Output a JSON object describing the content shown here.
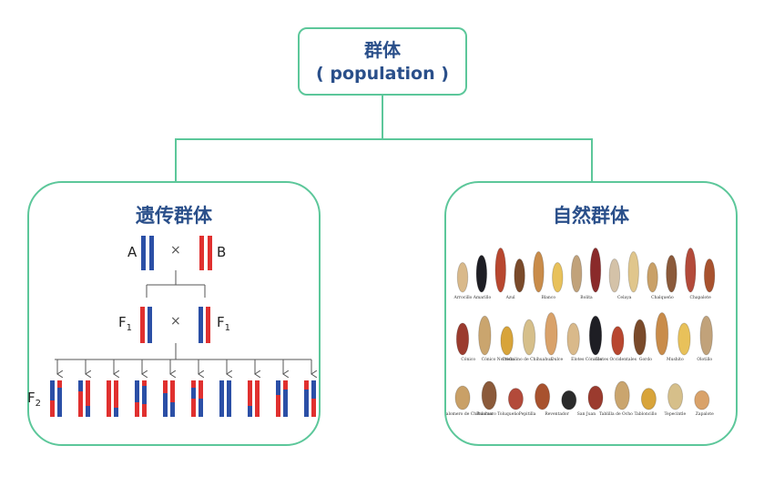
{
  "root": {
    "title": "群体",
    "subtitle": "( population )"
  },
  "left_panel": {
    "title": "遗传群体",
    "parent_a": "A",
    "parent_b": "B",
    "cross_symbol": "×",
    "f1_label": "F",
    "f1_sub": "1",
    "f2_label": "F",
    "f2_sub": "2"
  },
  "right_panel": {
    "title": "自然群体",
    "rows": [
      [
        "Arrocillo Amarillo",
        "Azul",
        "Blanco",
        "Bolita",
        "Celaya",
        "Chalqueño",
        "Chapalote"
      ],
      [
        "Cónico",
        "Cónico Norteño",
        "Cristalino de Chihuahua",
        "Dulce",
        "Elotes Cónicos",
        "Elotes Occidentales",
        "Gordo",
        "Mushito",
        "Olotillo"
      ],
      [
        "Palomero de Chihuahua",
        "Palomero Toluqueño",
        "Pepitilla",
        "Reventador",
        "San Juan",
        "Tablilla de Ocho",
        "Tabloncillo",
        "Tepecintle",
        "Zapalote"
      ]
    ]
  },
  "colors": {
    "accent": "#5cc79a",
    "title": "#2a4f8a",
    "blue": "#2b4fa6",
    "red": "#e0302f"
  }
}
